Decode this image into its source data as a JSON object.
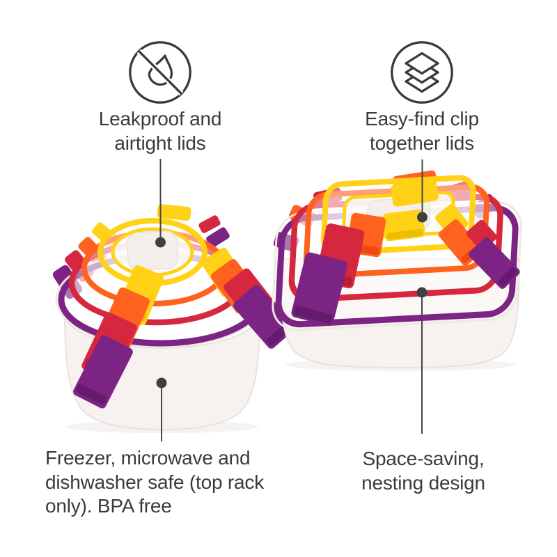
{
  "colors": {
    "background": "#ffffff",
    "text": "#3b3b3b",
    "icon-stroke": "#3a3a3a",
    "callout": "#454545",
    "callout-dot": "#3f3f3f",
    "clip-yellow": "#ffd117",
    "clip-yellow-deep": "#edbe00",
    "clip-orange": "#ff611f",
    "clip-orange-deep": "#ee4a10",
    "clip-red": "#d5283e",
    "clip-red-deep": "#b81f33",
    "clip-purple": "#7c2484",
    "clip-purple-deep": "#65196f",
    "container-body": "#f7f2ef",
    "container-edge": "#e9e1dc"
  },
  "features": {
    "top_left": {
      "icon": "no-leak-drop-icon",
      "line1": "Leakproof and",
      "line2": "airtight lids"
    },
    "top_right": {
      "icon": "stacked-lids-icon",
      "line1": "Easy-find clip",
      "line2": "together lids"
    },
    "bottom_left": {
      "line1": "Freezer, microwave and",
      "line2": "dishwasher safe (top rack",
      "line3": "only). BPA free"
    },
    "bottom_right": {
      "line1": "Space-saving,",
      "line2": "nesting design"
    }
  },
  "products": {
    "left_set": {
      "shape": "round",
      "nesting_order_outer_to_inner": [
        "purple",
        "red",
        "orange",
        "yellow"
      ]
    },
    "right_set": {
      "shape": "rectangular",
      "nesting_order_outer_to_inner": [
        "purple",
        "red",
        "orange",
        "yellow"
      ]
    }
  }
}
